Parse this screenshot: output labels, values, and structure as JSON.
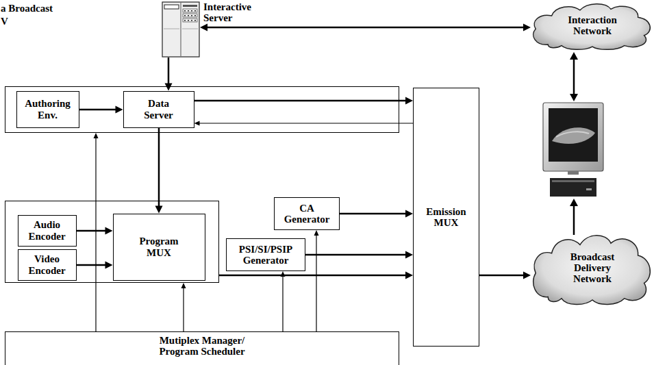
{
  "diagram": {
    "nodes": [
      {
        "text": [
          "Interactive Server"
        ]
      },
      {
        "text": [
          "Interaction Network"
        ]
      },
      {
        "text": []
      },
      {
        "text": [
          "Authoring Env."
        ],
        "in": 2
      },
      {
        "text": [
          "Data Server"
        ],
        "in": 2
      },
      {
        "text": []
      },
      {
        "text": [
          "Audio Encoder"
        ],
        "in": 5
      },
      {
        "text": [
          "Video Encoder"
        ],
        "in": 5
      },
      {
        "text": [
          "Program MUX"
        ],
        "in": 5
      },
      {
        "text": [
          "CA Generator"
        ]
      },
      {
        "text": [
          "PSI/SI/PSIP Generator"
        ]
      },
      {
        "text": [
          "Emission MUX"
        ]
      },
      {
        "text": [
          "Broadcast Delivery Network"
        ]
      },
      {
        "text": [
          "Mutiplex Manager/ Program Scheduler"
        ]
      }
    ],
    "edges": [
      {
        "from": 0,
        "to": 1,
        "arrow": "both"
      },
      {
        "from": 0,
        "to": 4,
        "arrow": "to"
      },
      {
        "from": 3,
        "to": 4,
        "arrow": "to"
      },
      {
        "from": 4,
        "to": 11,
        "arrow": "to"
      },
      {
        "from": 11,
        "to": 4,
        "arrow": "to"
      },
      {
        "from": 4,
        "to": 8,
        "arrow": "to"
      },
      {
        "from": 6,
        "to": 8,
        "arrow": "to"
      },
      {
        "from": 7,
        "to": 8,
        "arrow": "to"
      },
      {
        "from": 9,
        "to": 11,
        "arrow": "to"
      },
      {
        "from": 10,
        "to": 11,
        "arrow": "to"
      },
      {
        "from": 5,
        "to": 11,
        "arrow": "to"
      },
      {
        "from": 11,
        "to": 12,
        "arrow": "to"
      },
      {
        "from": 13,
        "to": 2,
        "arrow": "to"
      },
      {
        "from": 13,
        "to": 5,
        "arrow": "to"
      },
      {
        "from": 13,
        "to": 10,
        "arrow": "to"
      },
      {
        "from": 13,
        "to": 9,
        "arrow": "to"
      }
    ],
    "labels": [
      "a Broadcast",
      "V"
    ]
  }
}
